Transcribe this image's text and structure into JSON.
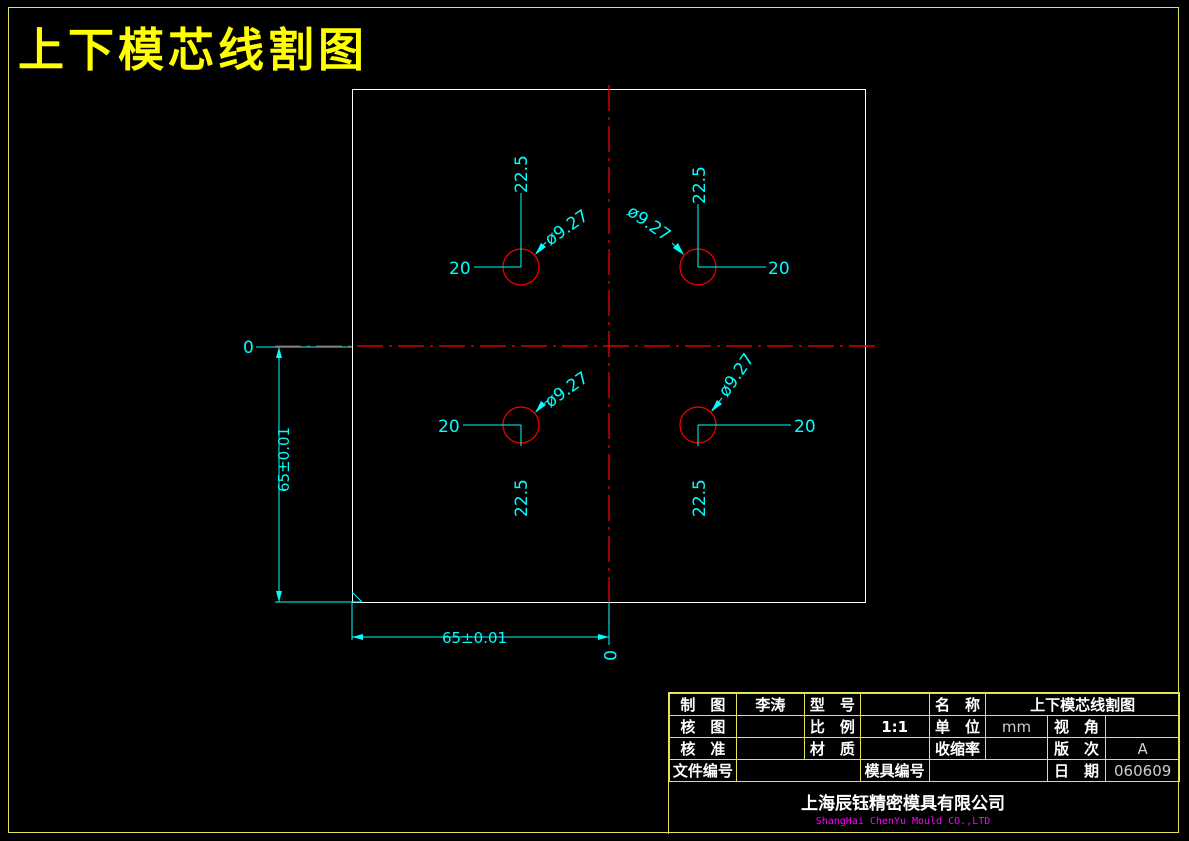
{
  "drawing_title": "上下模芯线割图",
  "dimensions": {
    "holes": [
      {
        "quadrant": "top-left",
        "diameter": "ø9.27",
        "x": "20",
        "y": "22.5"
      },
      {
        "quadrant": "top-right",
        "diameter": "ø9.27",
        "x": "20",
        "y": "22.5"
      },
      {
        "quadrant": "bottom-left",
        "diameter": "ø9.27",
        "x": "20",
        "y": "22.5"
      },
      {
        "quadrant": "bottom-right",
        "diameter": "ø9.27",
        "x": "20",
        "y": "22.5"
      }
    ],
    "origin_vertical": "0",
    "origin_horizontal": "0",
    "height": "65±0.01",
    "width": "65±0.01"
  },
  "colors": {
    "frame": "#e6e35a",
    "outline": "#ffffff",
    "centerline": "#ff0000",
    "hole": "#ff0000",
    "dimension": "#00ffff",
    "title": "#ffff00"
  },
  "title_block": {
    "r1": {
      "c1": "制　图",
      "c2": "李涛",
      "c3": "型　号",
      "c4": "",
      "c5": "名　称",
      "c6": "上下模芯线割图"
    },
    "r2": {
      "c1": "核　图",
      "c2": "",
      "c3": "比　例",
      "c4": "1:1",
      "c5": "单　位",
      "c6": "mm",
      "c7": "视　角",
      "c8": ""
    },
    "r3": {
      "c1": "核　准",
      "c2": "",
      "c3": "材　质",
      "c4": "",
      "c5": "收缩率",
      "c6": "",
      "c7": "版　次",
      "c8": "A"
    },
    "r4": {
      "c1": "文件编号",
      "c2": "",
      "c3": "模具编号",
      "c4": "",
      "c5": "日　期",
      "c6": "060609"
    },
    "company_cn": "上海辰钰精密模具有限公司",
    "company_en": "ShangHai ChenYu Mould CO.,LTD"
  }
}
